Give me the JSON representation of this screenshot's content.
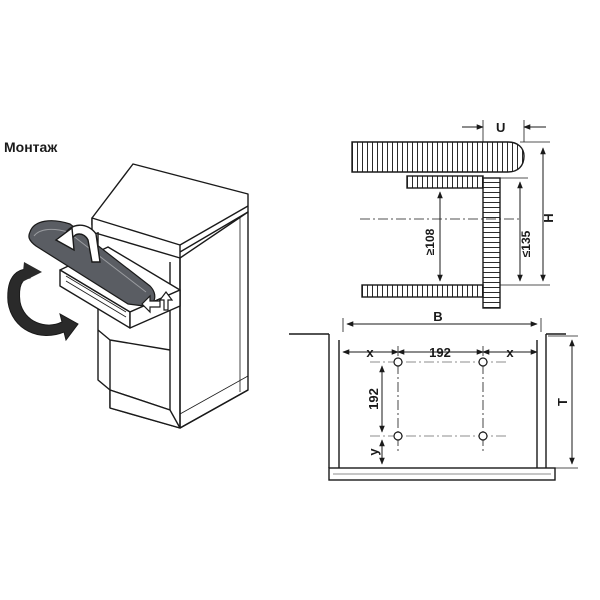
{
  "title": "Монтаж",
  "dimensions": {
    "u": "U",
    "h": "H",
    "min_108": "≥108",
    "max_135": "≤135",
    "b": "B",
    "t": "T",
    "x_left": "x",
    "x_right": "x",
    "spacing_horizontal": "192",
    "spacing_vertical": "192",
    "y": "y"
  },
  "colors": {
    "line": "#1a1a1a",
    "board": "#5a5d63",
    "hatch": "#2b2b2b",
    "arrow": "#2a2a2a"
  }
}
